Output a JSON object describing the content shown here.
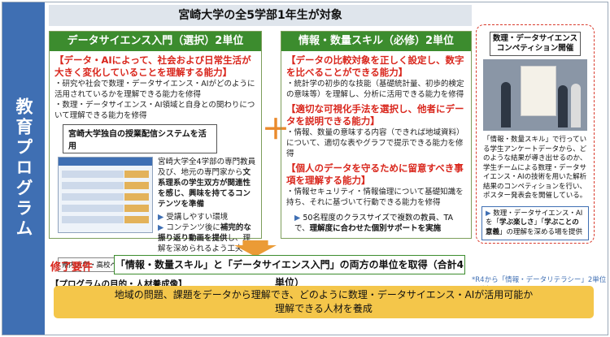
{
  "side_label": "教育プログラム",
  "main_title": "宮崎大学の全5学部1年生が対象",
  "left": {
    "heading": "データサイエンス入門（選択）2単位",
    "goal_title": "【データ・AIによって、社会および日常生活が大きく変化していることを理解する能力】",
    "goal_items": [
      "・研究や社会で数理・データサイエンス・AIがどのように活用されているかを理解できる能力を修得",
      "・数理・データサイエンス・AI領域と自身との関わりについて理解できる能力を修得"
    ],
    "system_heading": "宮崎大学独自の授業配信システムを活用",
    "system_desc_1": "宮崎大学全4学部の専門教員及び、地元の専門家から",
    "system_desc_bold": "文系理系の学生双方が関連性を感じ、興味を持てるコンテンツを準備",
    "bullets": [
      {
        "prefix": "▶",
        "text": "受講しやすい環境"
      },
      {
        "prefix": "▶",
        "pre": "コンテンツ後に",
        "bold": "補完的な振り返り動画を提供",
        "post": "し、理解を深められるよう工夫"
      }
    ],
    "footnote": "県内大学・高校への提供により県内のリテラシー教育に貢献"
  },
  "plus": "＋",
  "middle": {
    "heading": "情報・数量スキル（必修）2単位",
    "sections": [
      {
        "title": "【データの比較対象を正しく設定し、数字を比べることができる能力】",
        "body": "・統計学の初歩的な技能（基礎統計量、初歩的検定の意味等）を理解し、分析に活用できる能力を修得"
      },
      {
        "title": "【適切な可視化手法を選択し、他者にデータを説明できる能力】",
        "body": "・情報、数量の意味する内容（できれば地域資料）について、適切な表やグラフで提示できる能力を修得"
      },
      {
        "title": "【個人のデータを守るために留意すべき事項を理解する能力】",
        "body": "・情報セキュリティ・情報倫理について基礎知識を持ち、それに基づいて行動できる能力を修得"
      }
    ],
    "support_prefix": "▶",
    "support_text": "50名程度のクラスサイズで複数の教員、TAで、",
    "support_bold": "理解度に合わせた個別サポートを実施"
  },
  "right": {
    "heading": "数理・データサイエンスコンペティション開催",
    "desc": "「情報・数量スキル」で行っている学生アンケートデータから、どのような結果が導き出せるのか、学生チームによる数理・データサイエンス・AIの技術を用いた解析結果のコンペティションを行い、ポスター発表会を開催している。",
    "box_prefix": "▶",
    "box_text_1": "数理・データサイエンス・AIを「",
    "box_bold_1": "学ぶ楽しさ",
    "box_text_2": "」「",
    "box_bold_2": "学ぶことの意義",
    "box_text_3": "」の理解を深める場を提供"
  },
  "requirement": {
    "label": "修了要件",
    "text": "「情報・数量スキル」と「データサイエンス入門」の両方の単位を取得（合計4単位）",
    "note": "*R4から「情報・データリテラシー」2単位に移行"
  },
  "purpose": {
    "label": "【プログラムの目的・人材養成像】",
    "line1": "地域の問題、課題をデータから理解でき、どのように数理・データサイエンス・AIが活用可能か",
    "line2": "理解できる人材を養成"
  },
  "colors": {
    "side_blue": "#3f6fb3",
    "green": "#3c8c2e",
    "red": "#d9261c",
    "orange": "#eb9b36",
    "yellow": "#f4c64a"
  }
}
